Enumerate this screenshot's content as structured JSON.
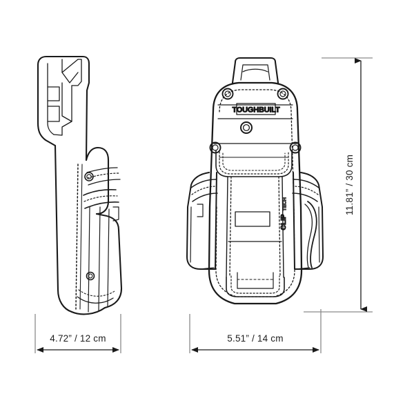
{
  "document": {
    "type": "product-dimension-drawing",
    "background_color": "#ffffff",
    "line_color": "#1a1a1a",
    "dimension_line_color": "#777777",
    "text_color": "#1d1d1d"
  },
  "views": {
    "side": {
      "name": "side-view",
      "label": "",
      "product": "tool pouch side profile with belt clip"
    },
    "front": {
      "name": "front-view",
      "label": "",
      "product": "tool pouch front elevation"
    }
  },
  "branding": {
    "main_logo": "TOUGHBUILT",
    "clip_logo_primary": "CLIP",
    "clip_logo_secondary": "TECH"
  },
  "dimensions": {
    "side_width": {
      "label": "4.72” / 12 cm",
      "inches": "4.72”",
      "centimeters": "12 cm"
    },
    "front_width": {
      "label": "5.51” / 14 cm",
      "inches": "5.51”",
      "centimeters": "14 cm"
    },
    "height": {
      "label": "11.81” / 30 cm",
      "inches": "11.81”",
      "centimeters": "30 cm"
    }
  },
  "icons": {
    "arrow_left": "arrow-left-icon",
    "arrow_right": "arrow-right-icon",
    "arrow_up": "arrow-up-icon",
    "arrow_down": "arrow-down-icon",
    "rivet": "rivet-icon"
  }
}
